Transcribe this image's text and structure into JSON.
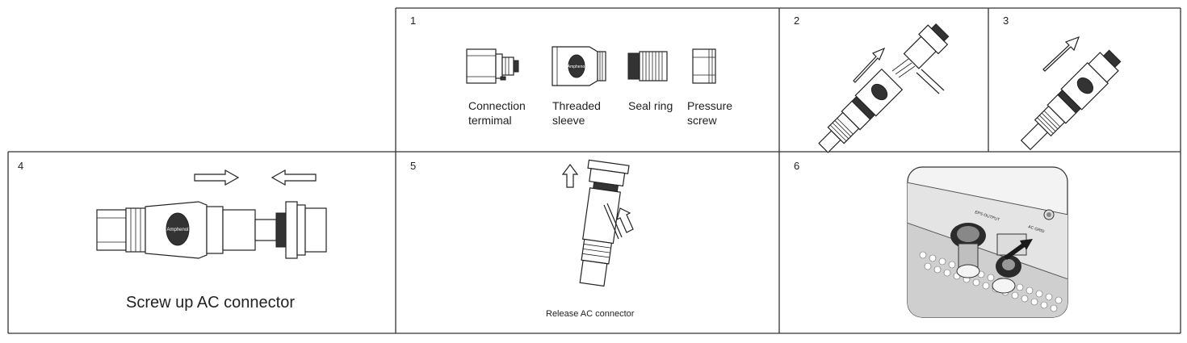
{
  "steps": {
    "s1": {
      "number": "1",
      "parts": [
        {
          "label_line1": "Connection",
          "label_line2": "termimal"
        },
        {
          "label_line1": "Threaded",
          "label_line2": "sleeve"
        },
        {
          "label_line1": "Seal ring",
          "label_line2": ""
        },
        {
          "label_line1": "Pressure",
          "label_line2": "screw"
        }
      ],
      "brand_mark": "Amphenol"
    },
    "s2": {
      "number": "2"
    },
    "s3": {
      "number": "3"
    },
    "s4": {
      "number": "4",
      "caption": "Screw up AC connector",
      "brand_mark": "Amphenol"
    },
    "s5": {
      "number": "5",
      "caption": "Release AC connector"
    },
    "s6": {
      "number": "6",
      "panel_text": [
        "EPS OUTPUT",
        "AC GRID"
      ]
    }
  },
  "colors": {
    "line": "#222222",
    "panel_border": "#333333"
  }
}
